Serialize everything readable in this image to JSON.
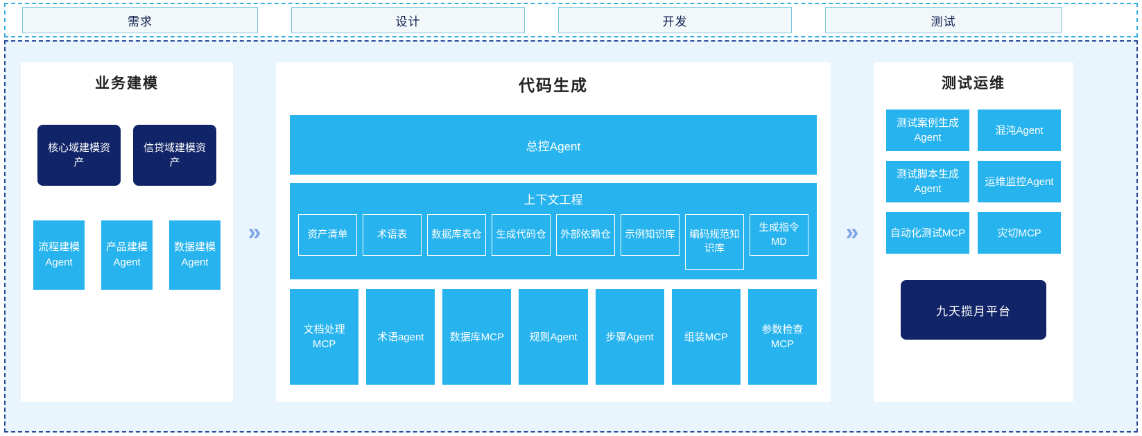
{
  "phases": [
    {
      "label": "需求"
    },
    {
      "label": "设计"
    },
    {
      "label": "开发"
    },
    {
      "label": "测试"
    }
  ],
  "arrows": {
    "glyph": "»"
  },
  "colors": {
    "cyan": "#26b3ee",
    "navy": "#112467",
    "panel_bg": "#ffffff",
    "canvas_bg": "#e9f5fd",
    "phase_border": "#7fc4de",
    "arrow": "#7fa5e8"
  },
  "left_panel": {
    "title": "业务建模",
    "assets": [
      {
        "label": "核心域建模资产"
      },
      {
        "label": "信贷域建模资产"
      }
    ],
    "agents": [
      {
        "label": "流程建模Agent"
      },
      {
        "label": "产品建模Agent"
      },
      {
        "label": "数据建模Agent"
      }
    ]
  },
  "center_panel": {
    "title": "代码生成",
    "master_agent": "总控Agent",
    "context": {
      "title": "上下文工程",
      "items": [
        {
          "label": "资产清单"
        },
        {
          "label": "术语表"
        },
        {
          "label": "数据库表仓"
        },
        {
          "label": "生成代码仓"
        },
        {
          "label": "外部依赖仓"
        },
        {
          "label": "示例知识库"
        },
        {
          "label": "编码规范知识库"
        },
        {
          "label": "生成指令MD"
        }
      ]
    },
    "tools": [
      {
        "label": "文档处理MCP"
      },
      {
        "label": "术语agent"
      },
      {
        "label": "数据库MCP"
      },
      {
        "label": "规则Agent"
      },
      {
        "label": "步骤Agent"
      },
      {
        "label": "组装MCP"
      },
      {
        "label": "参数检查MCP"
      }
    ]
  },
  "right_panel": {
    "title": "测试运维",
    "cards": [
      {
        "label": "测试案例生成Agent"
      },
      {
        "label": "混沌Agent"
      },
      {
        "label": "测试脚本生成Agent"
      },
      {
        "label": "运维监控Agent"
      },
      {
        "label": "自动化测试MCP"
      },
      {
        "label": "灾切MCP"
      }
    ],
    "platform": "九天揽月平台"
  }
}
